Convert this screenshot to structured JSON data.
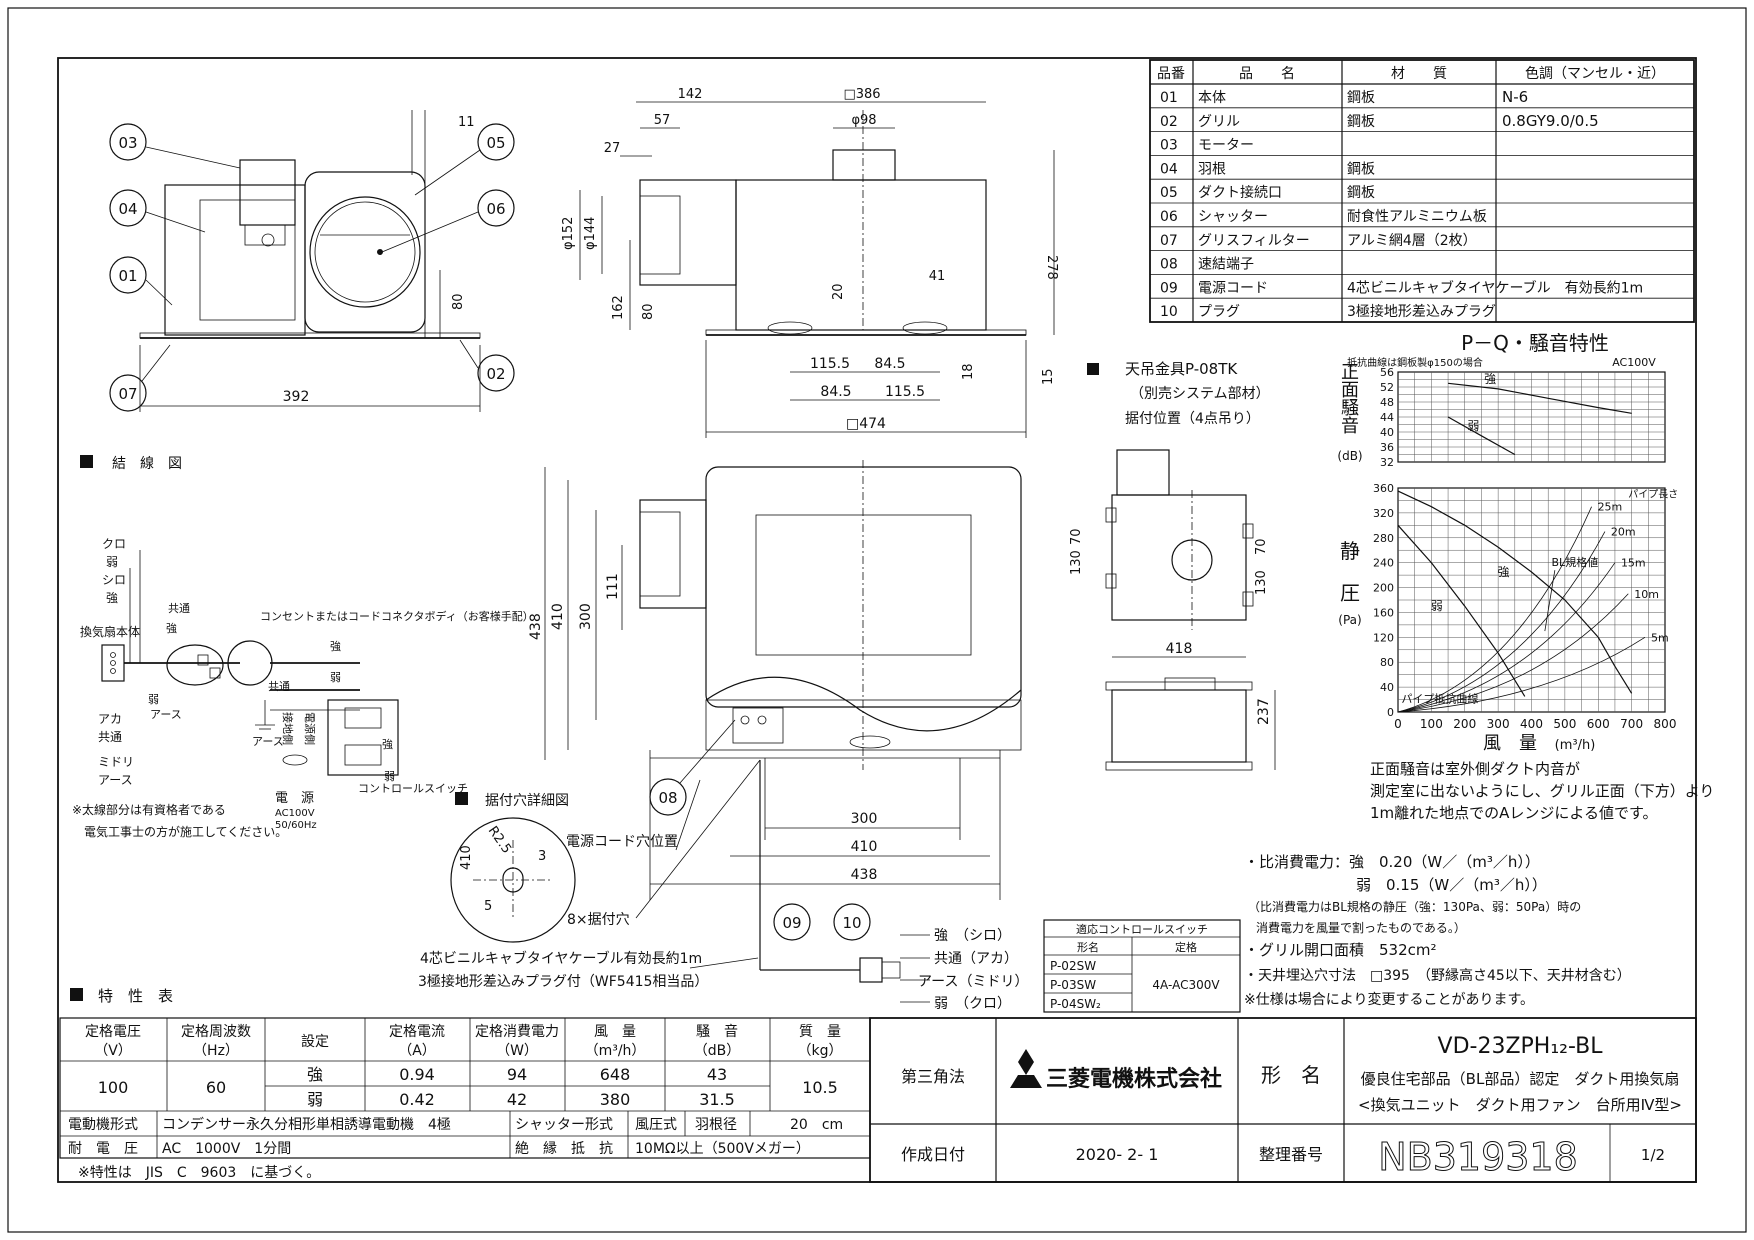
{
  "parts_table": {
    "headers": [
      "品番",
      "品　　名",
      "材　　質",
      "色調（マンセル・近）"
    ],
    "rows": [
      [
        "01",
        "本体",
        "鋼板",
        "N-6"
      ],
      [
        "02",
        "グリル",
        "鋼板",
        "0.8GY9.0/0.5"
      ],
      [
        "03",
        "モーター",
        "",
        ""
      ],
      [
        "04",
        "羽根",
        "鋼板",
        ""
      ],
      [
        "05",
        "ダクト接続口",
        "鋼板",
        ""
      ],
      [
        "06",
        "シャッター",
        "耐食性アルミニウム板",
        ""
      ],
      [
        "07",
        "グリスフィルター",
        "アルミ網4層（2枚）",
        ""
      ],
      [
        "08",
        "速結端子",
        "",
        ""
      ],
      [
        "09",
        "電源コード",
        "4芯ビニルキャブタイヤケーブル　有効長約1m",
        ""
      ],
      [
        "10",
        "プラグ",
        "3極接地形差込みプラグ",
        ""
      ]
    ]
  },
  "side_view": {
    "callouts": [
      "03",
      "04",
      "01",
      "07",
      "05",
      "06",
      "02"
    ],
    "dims": {
      "top": "11",
      "right_80": "80",
      "bottom": "392"
    }
  },
  "front_view": {
    "dims": {
      "d142": "142",
      "d386": "□386",
      "d98": "φ98",
      "d57": "57",
      "d27": "27",
      "d152": "φ152",
      "d144": "φ144",
      "d162": "162",
      "d80": "80",
      "d278": "278",
      "d41": "41",
      "d20": "20",
      "d115a": "115.5",
      "d84a": "84.5",
      "d84b": "84.5",
      "d115b": "115.5",
      "d18": "18",
      "d15": "15",
      "d474": "□474"
    }
  },
  "ceiling_bracket": {
    "title": "天吊金具P-08TK",
    "sub1": "（別売システム部材）",
    "sub2": "据付位置（4点吊り）",
    "dims": {
      "d70a": "70",
      "d130a": "130",
      "d70b": "70",
      "d130b": "130",
      "d418": "418",
      "d237": "237"
    }
  },
  "wiring": {
    "title": "結　線　図",
    "labels": {
      "kuro": "クロ",
      "jaku1": "弱",
      "shiro": "シロ",
      "kyo1": "強",
      "honntai": "換気扇本体",
      "kyotsu1": "共通",
      "kyo2": "強",
      "aka": "アカ",
      "kyotsu2": "共通",
      "midori": "ミドリ",
      "earth1": "アース",
      "jaku2": "弱",
      "earth2": "アース",
      "outlet": "コンセントまたはコードコネクタボディ（お客様手配）",
      "kyo3": "強",
      "jaku3": "弱",
      "kyotsu3": "共通",
      "earth3": "アース",
      "setchi": "接地側",
      "denkigawa": "電源側",
      "kyo4": "強",
      "jaku4": "弱",
      "switch": "コントロールスイッチ",
      "dengen": "電　源",
      "ac": "AC100V",
      "hz": "50/60Hz",
      "note1": "※太線部分は有資格者である",
      "note2": "電気工事士の方が施工してください。"
    }
  },
  "install_hole": {
    "title": "据付穴詳細図",
    "dims": {
      "r": "R2.5",
      "d410": "410",
      "d3": "3",
      "d5": "5"
    }
  },
  "bottom_view": {
    "dims": {
      "d438v": "438",
      "d410v": "410",
      "d300v": "300",
      "d111": "111",
      "d300h": "300",
      "d410h": "410",
      "d438h": "438"
    },
    "callouts": [
      "08",
      "09",
      "10"
    ],
    "cord_pos": "電源コード穴位置",
    "holes": "8×据付穴",
    "cable1": "4芯ビニルキャブタイヤケーブル有効長約1m",
    "cable2": "3極接地形差込みプラグ付（WF5415相当品）",
    "plug_labels": [
      "強　（シロ）",
      "共通（アカ）",
      "アース（ミドリ）",
      "弱　（クロ）"
    ]
  },
  "switch_table": {
    "title": "適応コントロールスイッチ",
    "h1": "形名",
    "h2": "定格",
    "models": [
      "P-02SW",
      "P-03SW",
      "P-04SW₂"
    ],
    "rating": "4A-AC300V"
  },
  "chart_data": [
    {
      "type": "line",
      "title": "P－Q・騒音特性",
      "note": "抵抗曲線は鋼板製φ150の場合",
      "voltage": "AC100V",
      "ylabel_chars": [
        "正",
        "面",
        "騒",
        "音"
      ],
      "yunit": "(dB)",
      "ylim": [
        32,
        56
      ],
      "yticks": [
        "56",
        "52",
        "48",
        "44",
        "40",
        "36",
        "32"
      ],
      "xlim": [
        0,
        800
      ],
      "series": [
        {
          "name": "強",
          "x": [
            150,
            300,
            450,
            600,
            700
          ],
          "y": [
            53,
            51.5,
            49,
            46.5,
            45
          ]
        },
        {
          "name": "弱",
          "x": [
            150,
            250,
            350
          ],
          "y": [
            44,
            39,
            34
          ]
        }
      ]
    },
    {
      "type": "line",
      "ylabel_chars": [
        "静",
        "圧"
      ],
      "yunit": "(Pa)",
      "xlabel": "風　量",
      "xunit": "(m³/h)",
      "xlim": [
        0,
        800
      ],
      "ylim": [
        0,
        360
      ],
      "xticks": [
        "0",
        "100",
        "200",
        "300",
        "400",
        "500",
        "600",
        "700",
        "800"
      ],
      "yticks": [
        "360",
        "320",
        "280",
        "240",
        "200",
        "160",
        "120",
        "80",
        "40",
        "0"
      ],
      "pipe_label": "パイプ長さ",
      "pipe_lengths": [
        "25m",
        "20m",
        "15m",
        "10m",
        "5m"
      ],
      "pipe_curve_label": "パイプ抵抗曲線",
      "bl_label": "BL規格値",
      "series": [
        {
          "name": "強",
          "x": [
            0,
            100,
            200,
            300,
            400,
            500,
            600,
            648,
            700
          ],
          "y": [
            355,
            330,
            300,
            265,
            225,
            180,
            120,
            75,
            30
          ]
        },
        {
          "name": "弱",
          "x": [
            0,
            100,
            200,
            300,
            380
          ],
          "y": [
            300,
            240,
            170,
            95,
            25
          ]
        }
      ]
    }
  ],
  "chart_notes": [
    "正面騒音は室外側ダクト内音が",
    "測定室に出ないようにし、グリル正面（下方）より",
    "1m離れた地点でのAレンジによる値です。"
  ],
  "power_notes": {
    "l1": "・比消費電力：強　0.20（W／（m³／h））",
    "l2": "弱　0.15（W／（m³／h））",
    "l3": "（比消費電力はBL規格の静圧（強：130Pa、弱：50Pa）時の",
    "l4": "消費電力を風量で割ったものである。）",
    "l5": "・グリル開口面積　532cm²",
    "l6": "・天井埋込穴寸法　□395　（野縁高さ45以下、天井材含む）",
    "l7": "※仕様は場合により変更することがあります。"
  },
  "spec_table": {
    "title": "特　性　表",
    "headers": [
      [
        "定格電圧",
        "（V）"
      ],
      [
        "定格周波数",
        "（Hz）"
      ],
      [
        "設定",
        ""
      ],
      [
        "定格電流",
        "（A）"
      ],
      [
        "定格消費電力",
        "（W）"
      ],
      [
        "風　量",
        "（m³/h）"
      ],
      [
        "騒　音",
        "（dB）"
      ],
      [
        "質　量",
        "（kg）"
      ]
    ],
    "voltage": "100",
    "frequency": "60",
    "mass": "10.5",
    "rows": [
      [
        "強",
        "0.94",
        "94",
        "648",
        "43"
      ],
      [
        "弱",
        "0.42",
        "42",
        "380",
        "31.5"
      ]
    ],
    "motor_label": "電動機形式",
    "motor_value": "コンデンサー永久分相形単相誘導電動機　4極",
    "shutter_label": "シャッター形式",
    "shutter_value": "風圧式",
    "blade_label": "羽根径",
    "blade_value": "20　cm",
    "withstand_label": "耐　電　圧",
    "withstand_value": "AC　1000V　1分間",
    "insulation_label": "絶　縁　抵　抗",
    "insulation_value": "10MΩ以上（500Vメガー）",
    "footnote": "※特性は　JIS　C　9603　に基づく。"
  },
  "title_block": {
    "projection": "第三角法",
    "company": "三菱電機株式会社",
    "model_label": "形　名",
    "model": "VD-23ZPH₁₂-BL",
    "desc1": "優良住宅部品（BL部品）認定　ダクト用換気扇",
    "desc2": "<換気ユニット　ダクト用ファン　台所用Ⅳ型>",
    "date_label": "作成日付",
    "date": "2020- 2- 1",
    "number_label": "整理番号",
    "number": "NB319318",
    "page": "1/2"
  }
}
